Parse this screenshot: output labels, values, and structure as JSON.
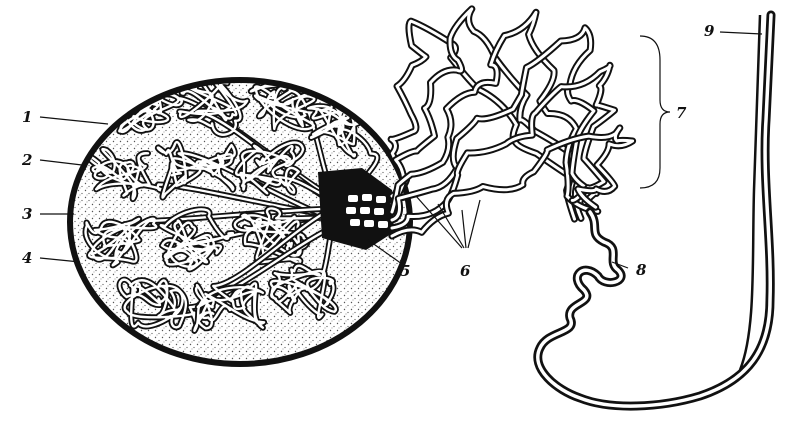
{
  "labels": {
    "l1": "1",
    "l2": "2",
    "l3": "3",
    "l4": "4",
    "l5": "5",
    "l6": "6",
    "l7": "7",
    "l8": "8",
    "l9": "9"
  },
  "colors": {
    "ink": "#111111",
    "paper": "#ffffff",
    "stipple": "#555555"
  }
}
